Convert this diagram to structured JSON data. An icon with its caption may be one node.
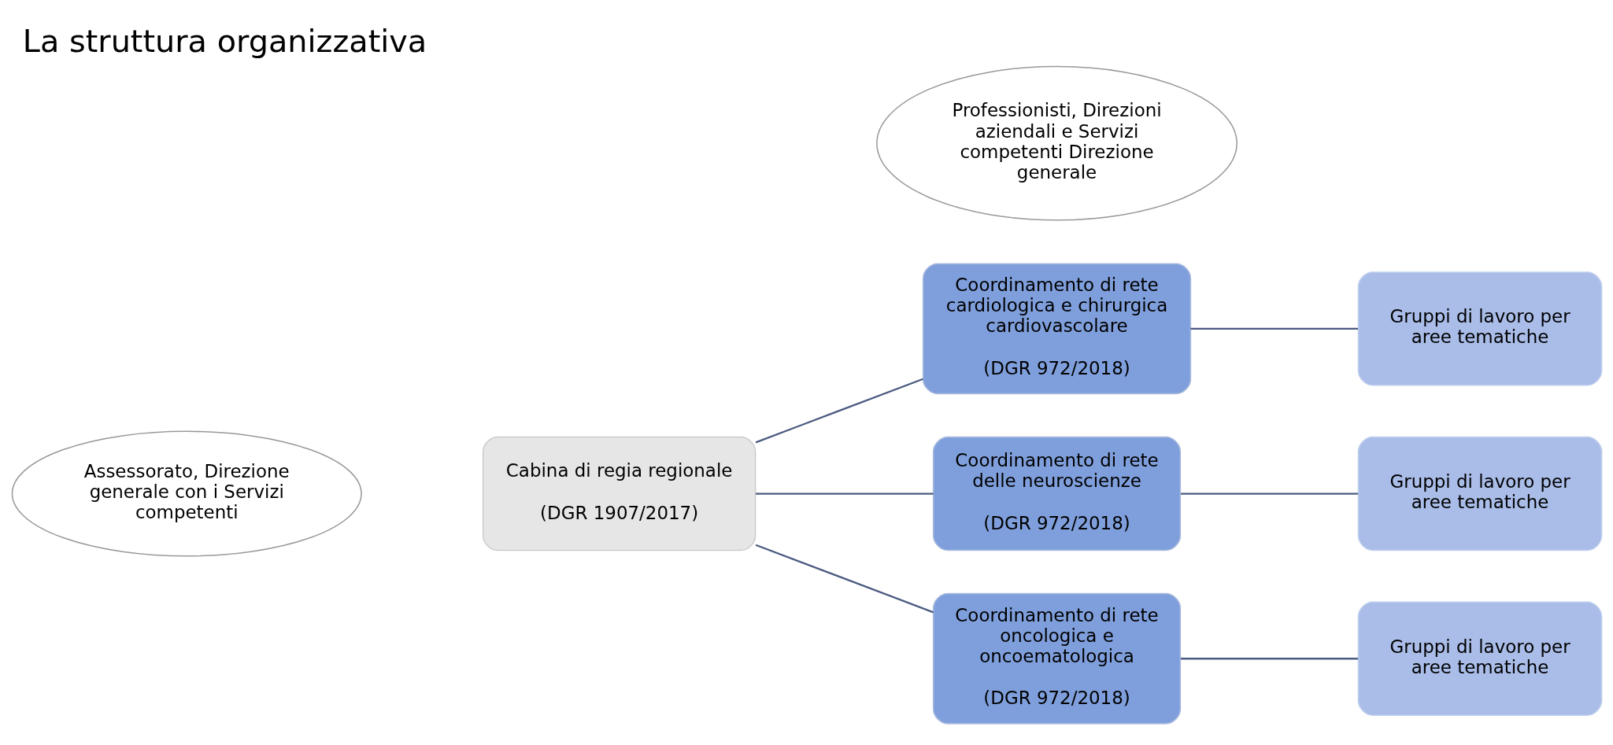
{
  "diagram": {
    "title": "La struttura organizzativa",
    "nodes": [
      {
        "text": [
          "Professionisti, Direzioni aziendali e Servizi competenti Direzione generale"
        ]
      },
      {
        "text": [
          "Assessorato, Direzione generale con i Servizi competenti"
        ]
      },
      {
        "text": [
          "Cabina di regia regionale",
          "(DGR 1907/2017)"
        ]
      },
      {
        "text": [
          "Coordinamento di rete cardiologica e chirurgica cardiovascolare",
          "(DGR 972/2018)"
        ]
      },
      {
        "text": [
          "Coordinamento di rete delle neuroscienze",
          "(DGR 972/2018)"
        ]
      },
      {
        "text": [
          "Coordinamento di rete oncologica e oncoematologica",
          "(DGR 972/2018)"
        ]
      },
      {
        "text": [
          "Gruppi di lavoro per aree tematiche"
        ]
      },
      {
        "text": [
          "Gruppi di lavoro per aree tematiche"
        ]
      },
      {
        "text": [
          "Gruppi di lavoro per aree tematiche"
        ]
      }
    ],
    "edges": [
      {
        "from": 2,
        "to": 3,
        "arrow": "none"
      },
      {
        "from": 2,
        "to": 4,
        "arrow": "none"
      },
      {
        "from": 2,
        "to": 5,
        "arrow": "none"
      },
      {
        "from": 3,
        "to": 6,
        "arrow": "none"
      },
      {
        "from": 4,
        "to": 7,
        "arrow": "none"
      },
      {
        "from": 5,
        "to": 8,
        "arrow": "none"
      }
    ]
  }
}
